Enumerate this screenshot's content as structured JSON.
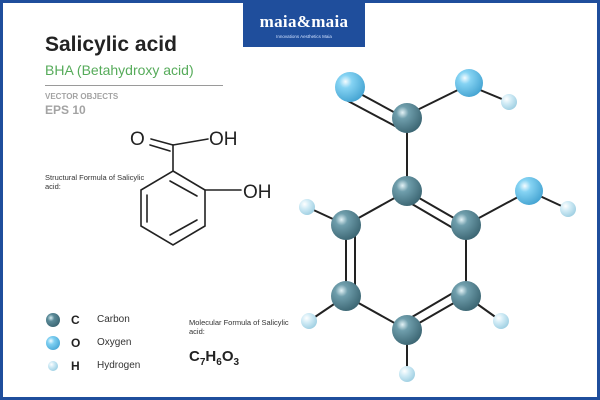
{
  "logo": {
    "text": "maia&maia",
    "tagline": "Innovations Aesthetics Maia"
  },
  "header": {
    "title": "Salicylic acid",
    "subtitle": "BHA  (Betahydroxy acid)",
    "vector_label": "VECTOR OBJECTS",
    "eps_label": "EPS 10"
  },
  "structural": {
    "label": "Structural  Formula of Salicylic acid:",
    "groups": {
      "oxygen_top": "O",
      "oh_top": "OH",
      "oh_right": "OH"
    }
  },
  "legend": [
    {
      "symbol": "C",
      "name": "Carbon",
      "color": "#5a8a98"
    },
    {
      "symbol": "O",
      "name": "Oxygen",
      "color": "#7fd0f2"
    },
    {
      "symbol": "H",
      "name": "Hydrogen",
      "color": "#cfeaf5"
    }
  ],
  "molecular": {
    "label": "Molecular Formula of Salicylic acid:",
    "formula": {
      "c": "C",
      "c_n": "7",
      "h": "H",
      "h_n": "6",
      "o": "O",
      "o_n": "3"
    }
  },
  "colors": {
    "frame": "#1f4e9c",
    "carbon": "#5a8a98",
    "oxygen": "#7fd0f2",
    "hydrogen": "#cfeaf5",
    "subtitle": "#56ab5a"
  },
  "icons": {
    "carbon_atom": "carbon-atom-icon",
    "oxygen_atom": "oxygen-atom-icon",
    "hydrogen_atom": "hydrogen-atom-icon"
  }
}
